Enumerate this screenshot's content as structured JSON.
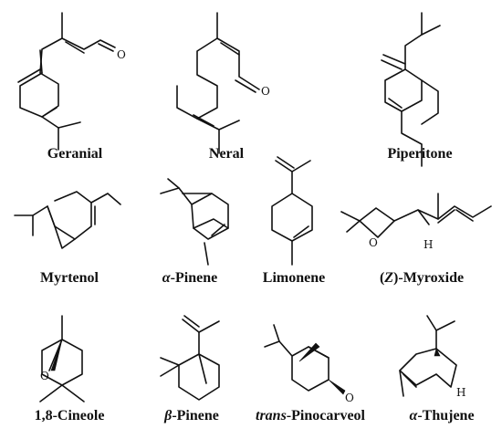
{
  "atom_labels": {
    "oxygen": "O",
    "hydrogen": "H"
  },
  "compounds": [
    {
      "id": "geranial",
      "name": "Geranial"
    },
    {
      "id": "neral",
      "name": "Neral"
    },
    {
      "id": "piperitone",
      "name": "Piperitone"
    },
    {
      "id": "myrtenol",
      "name": "Myrtenol"
    },
    {
      "id": "alpha-pinene",
      "prefix": "α",
      "name": "-Pinene"
    },
    {
      "id": "limonene",
      "name": "Limonene"
    },
    {
      "id": "z-myroxide",
      "prefix_open": "(",
      "prefix": "Z",
      "prefix_close": ")",
      "name": "-Myroxide"
    },
    {
      "id": "1-8-cineole",
      "name": "1,8-Cineole"
    },
    {
      "id": "beta-pinene",
      "prefix": "β",
      "name": "-Pinene"
    },
    {
      "id": "trans-pinocarveol",
      "prefix": "trans",
      "name": "-Pinocarveol"
    },
    {
      "id": "alpha-thujene",
      "prefix": "α",
      "name": "-Thujene"
    }
  ]
}
